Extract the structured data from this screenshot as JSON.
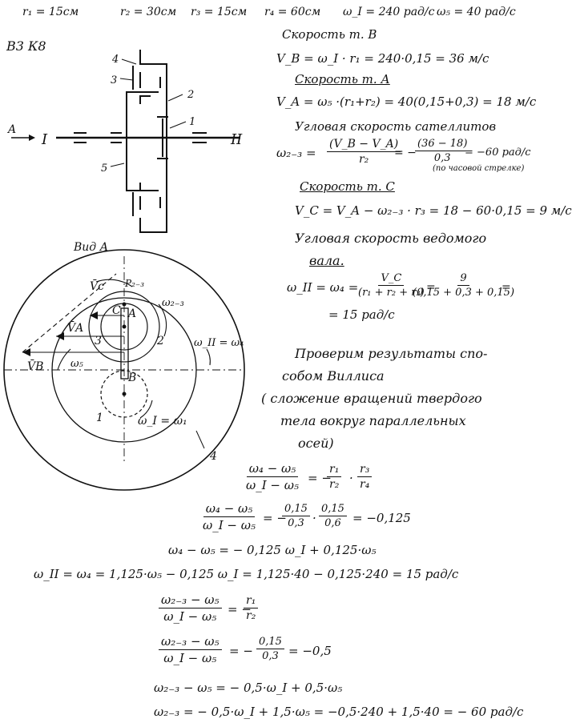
{
  "header": {
    "r1": "r₁ = 15см",
    "r2": "r₂ = 30см",
    "r3": "r₃ = 15см",
    "r4": "r₄ = 60см",
    "omega1": "ω_I = 240 рад/с",
    "omega5": "ω₅ = 40 рад/с"
  },
  "variant": "В3 К8",
  "mechanism": {
    "labels": [
      "4",
      "3",
      "2",
      "1",
      "5"
    ],
    "input_arrow": "A",
    "shaft_in": "I",
    "shaft_out": "II"
  },
  "view": {
    "title": "Вид А",
    "labels": {
      "vc": "V̄c",
      "p23": "P₂₋₃",
      "c": "C",
      "a": "A",
      "w23": "ω₂₋₃",
      "va": "V̄A",
      "n3": "3",
      "n2": "2",
      "wii": "ω_II = ω₄",
      "vb": "V̄B",
      "w5": "ω₅",
      "b": "B",
      "n1": "1",
      "wi": "ω_I = ω₁",
      "n4": "4"
    }
  },
  "solution": {
    "vb_title": "Скорость т. В",
    "vb_eq": "V_B = ω_I · r₁ = 240·0,15 = 36 м/с",
    "va_title": "Скорость т. А",
    "va_eq": "V_A = ω₅ ·(r₁+r₂) = 40(0,15+0,3) = 18 м/с",
    "w23_title": "Угловая скорость сателлитов",
    "w23_lhs": "ω₂₋₃ =",
    "w23_num": "(V_B − V_A)",
    "w23_den": "r₂",
    "w23_mid": "= −",
    "w23_num2": "(36 − 18)",
    "w23_den2": "0,3",
    "w23_res": "= −60 рад/с",
    "w23_note": "(по часовой стрелке)",
    "vc_title": "Скорость т. С",
    "vc_eq": "V_C = V_A − ω₂₋₃ · r₃ = 18 − 60·0,15 = 9 м/с",
    "shaft_title": "Угловая скорость ведомого",
    "shaft_title2": "вала.",
    "wii_lhs": "ω_II = ω₄ =",
    "wii_num": "V_C",
    "wii_den": "(r₁ + r₂ + r₃)",
    "wii_eq": "=",
    "wii_num2": "9",
    "wii_den2": "(0,15 + 0,3 + 0,15)",
    "wii_tail": "=",
    "wii_res": "= 15 рад/с",
    "check1": "Проверим результаты спо-",
    "check2": "собом Виллиса",
    "check3": "( сложение вращений твердого",
    "check4": "тела вокруг параллельных",
    "check5": "осей)"
  },
  "willis": {
    "e1_num": "ω₄ − ω₅",
    "e1_den": "ω_I − ω₅",
    "e1_mid": "= −",
    "e1_f1n": "r₁",
    "e1_f1d": "r₂",
    "e1_dot": "·",
    "e1_f2n": "r₃",
    "e1_f2d": "r₄",
    "e2_num": "ω₄ − ω₅",
    "e2_den": "ω_I − ω₅",
    "e2_mid": "= −",
    "e2_f1n": "0,15",
    "e2_f1d": "0,3",
    "e2_dot": "·",
    "e2_f2n": "0,15",
    "e2_f2d": "0,6",
    "e2_res": "= −0,125",
    "e3": "ω₄ − ω₅ = − 0,125 ω_I + 0,125·ω₅",
    "e4": "ω_II = ω₄ =  1,125·ω₅ − 0,125 ω_I = 1,125·40 − 0,125·240 = 15 рад/с",
    "e5_num": "ω₂₋₃ − ω₅",
    "e5_den": "ω_I − ω₅",
    "e5_mid": "= −",
    "e5_fn": "r₁",
    "e5_fd": "r₂",
    "e6_num": "ω₂₋₃ − ω₅",
    "e6_den": "ω_I − ω₅",
    "e6_mid": "= −",
    "e6_fn": "0,15",
    "e6_fd": "0,3",
    "e6_res": "= −0,5",
    "e7": "ω₂₋₃ − ω₅ = − 0,5·ω_I + 0,5·ω₅",
    "e8": "ω₂₋₃ = − 0,5·ω_I + 1,5·ω₅ = −0,5·240 + 1,5·40 = − 60 рад/с"
  }
}
